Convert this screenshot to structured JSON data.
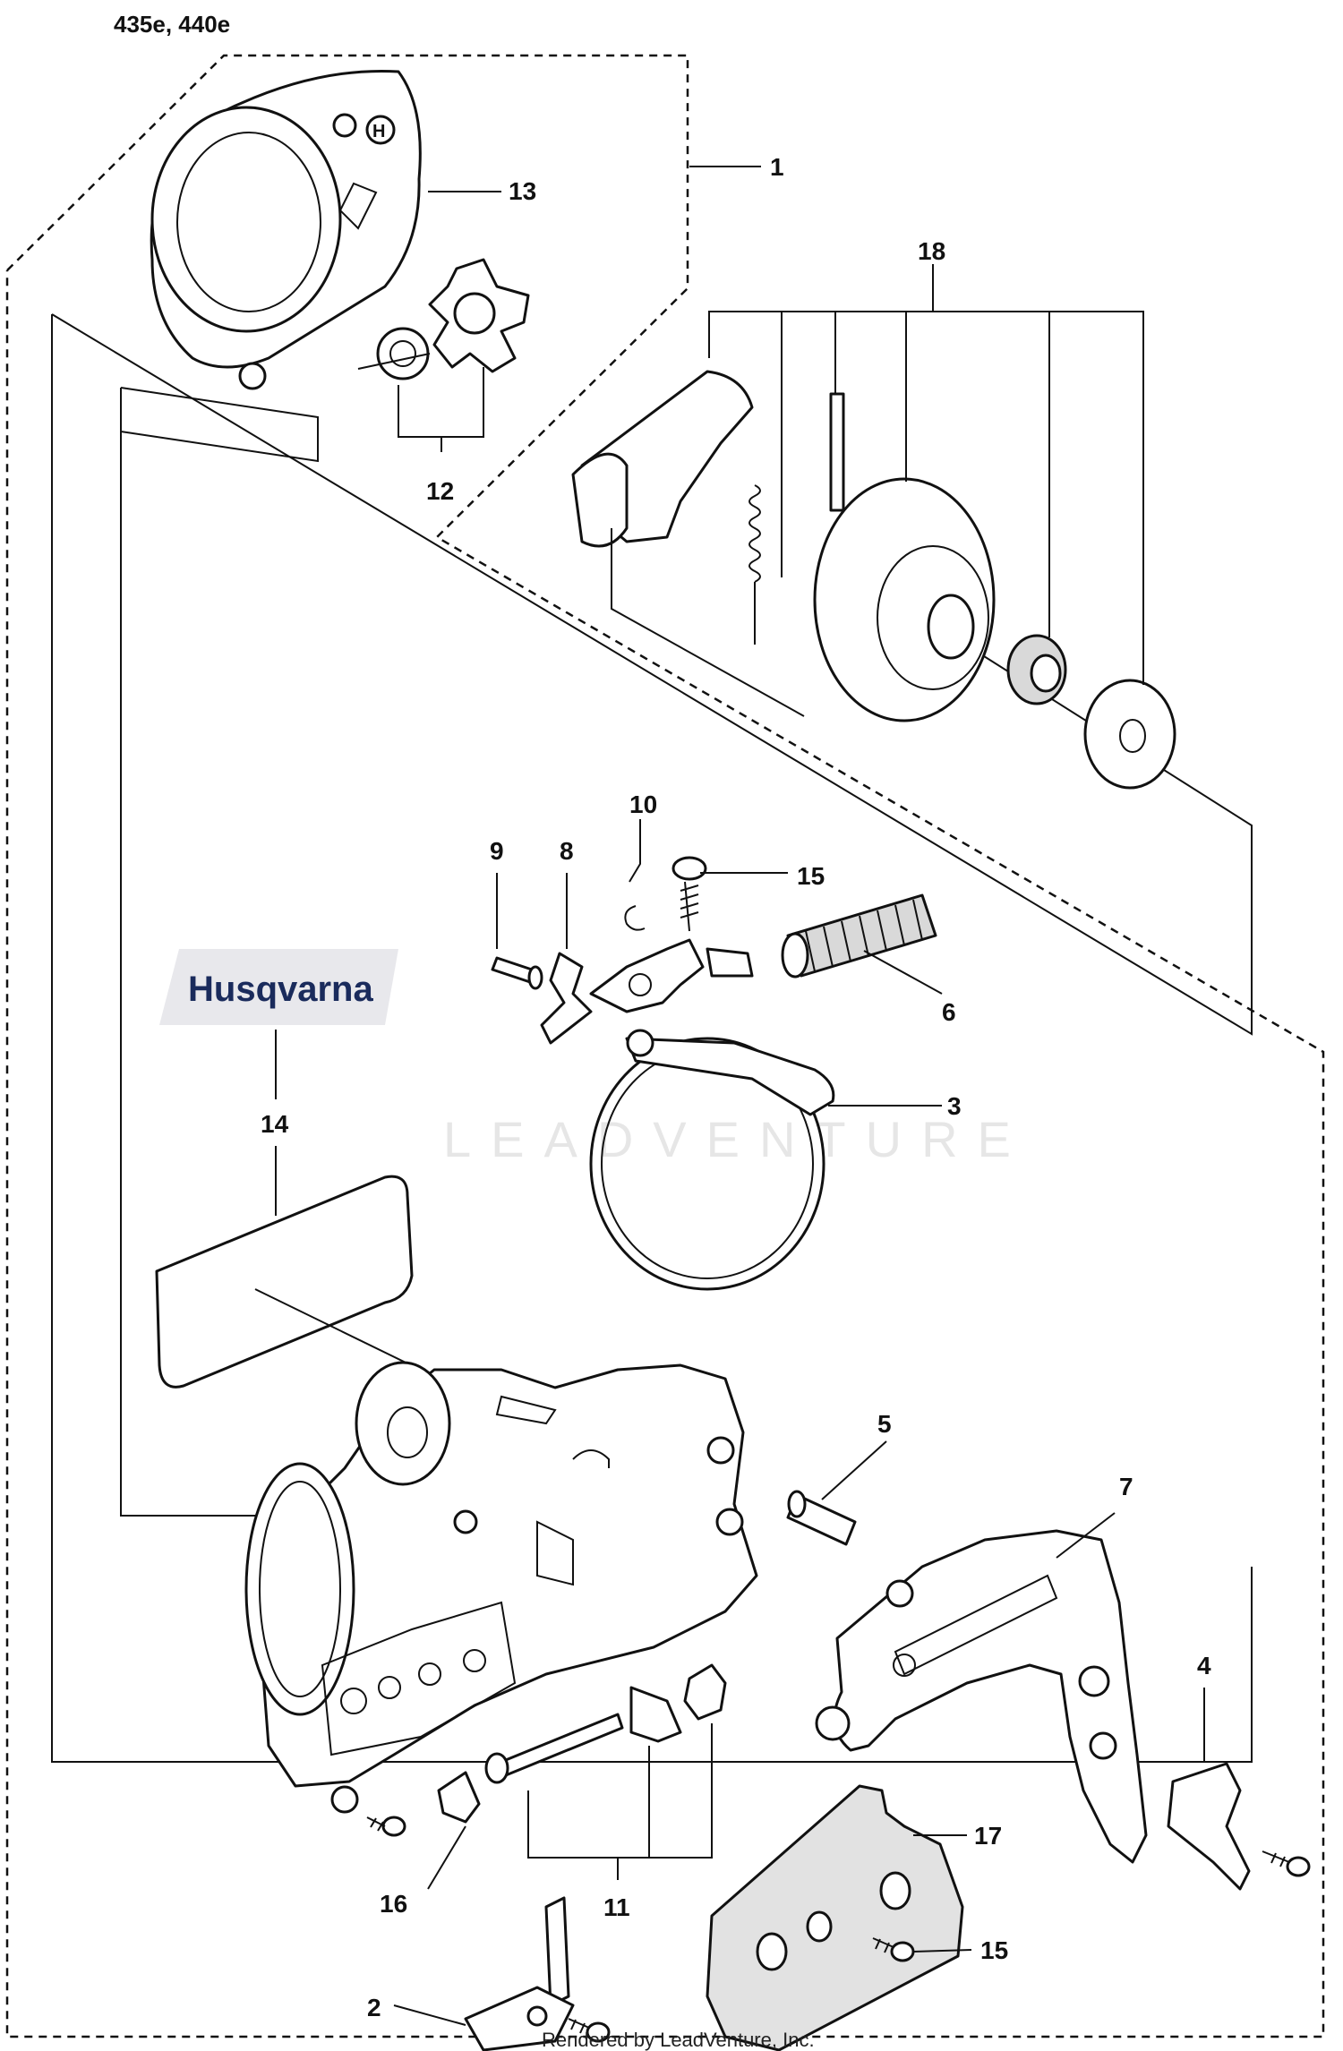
{
  "header": {
    "model": "435e, 440e"
  },
  "footer": {
    "credit": "Rendered by LeadVenture, Inc."
  },
  "watermark": {
    "text": "LEADVENTURE"
  },
  "decal": {
    "brand_text": "Husqvarna",
    "brand_color": "#1a2b5c"
  },
  "callouts": [
    "1",
    "13",
    "18",
    "12",
    "10",
    "9",
    "8",
    "15",
    "6",
    "3",
    "14",
    "5",
    "7",
    "4",
    "17",
    "16",
    "11",
    "15",
    "2"
  ]
}
